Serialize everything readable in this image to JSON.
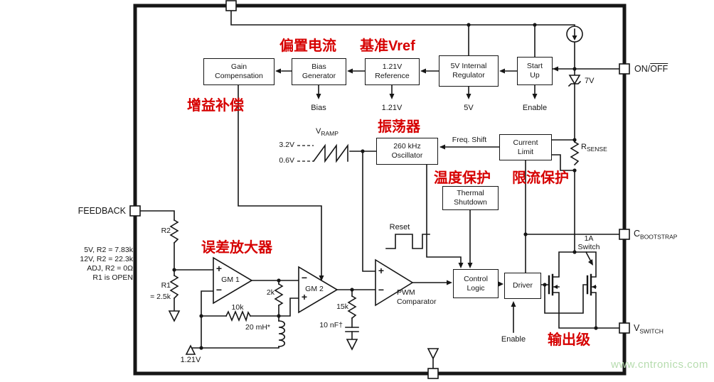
{
  "diagram": {
    "blocks": {
      "gain_comp": "Gain\nCompensation",
      "bias_gen": "Bias\nGenerator",
      "reference": "1.21V\nReference",
      "regulator": "5V Internal\nRegulator",
      "startup": "Start\nUp",
      "oscillator": "260 kHz\nOscillator",
      "current_limit": "Current\nLimit",
      "thermal": "Thermal\nShutdown",
      "control_logic": "Control\nLogic",
      "driver": "Driver"
    },
    "annotations": {
      "bias_current": "偏置电流",
      "vref_zh": "基准",
      "vref_latin": "Vref",
      "gain_comp": "增益补偿",
      "oscillator": "振荡器",
      "thermal": "温度保护",
      "current_limit": "限流保护",
      "error_amp": "误差放大器",
      "output_stage": "输出级"
    },
    "pins": {
      "feedback": "FEEDBACK",
      "onoff_on": "ON/",
      "onoff_off": "OFF",
      "bootstrap_main": "C",
      "bootstrap_sub": "BOOTSTRAP",
      "vswitch_main": "V",
      "vswitch_sub": "SWITCH"
    },
    "labels": {
      "bias": "Bias",
      "ref_out": "1.21V",
      "v5": "5V",
      "enable_top": "Enable",
      "enable_driver": "Enable",
      "vramp_main": "V",
      "vramp_sub": "RAMP",
      "ramp_high": "3.2V",
      "ramp_low": "0.6V",
      "freq_shift": "Freq. Shift",
      "rsense_main": "R",
      "rsense_sub": "SENSE",
      "zener": "7V",
      "reset": "Reset",
      "pwm": "PWM\nComparator",
      "gm1": "GM 1",
      "gm2": "GM 2",
      "plus": "+",
      "minus": "−",
      "r_2k": "2k",
      "r_10k": "10k",
      "l_20mh": "20 mH*",
      "r_15k": "15k",
      "c_10nf": "10 nF†",
      "ref_bottom": "1.21V",
      "r2": "R2",
      "r1": "R1",
      "r1_val": "= 2.5k",
      "divider_values": "5V, R2 = 7.83k\n12V, R2 = 22.3k\nADJ, R2 = 0Ω\nR1 is OPEN",
      "switch_1a": "1A\nSwitch"
    },
    "watermark": "www.cntronics.com",
    "colors": {
      "annotation_red": "#d60000",
      "watermark_green": "#b6dcae",
      "line": "#161616"
    }
  }
}
